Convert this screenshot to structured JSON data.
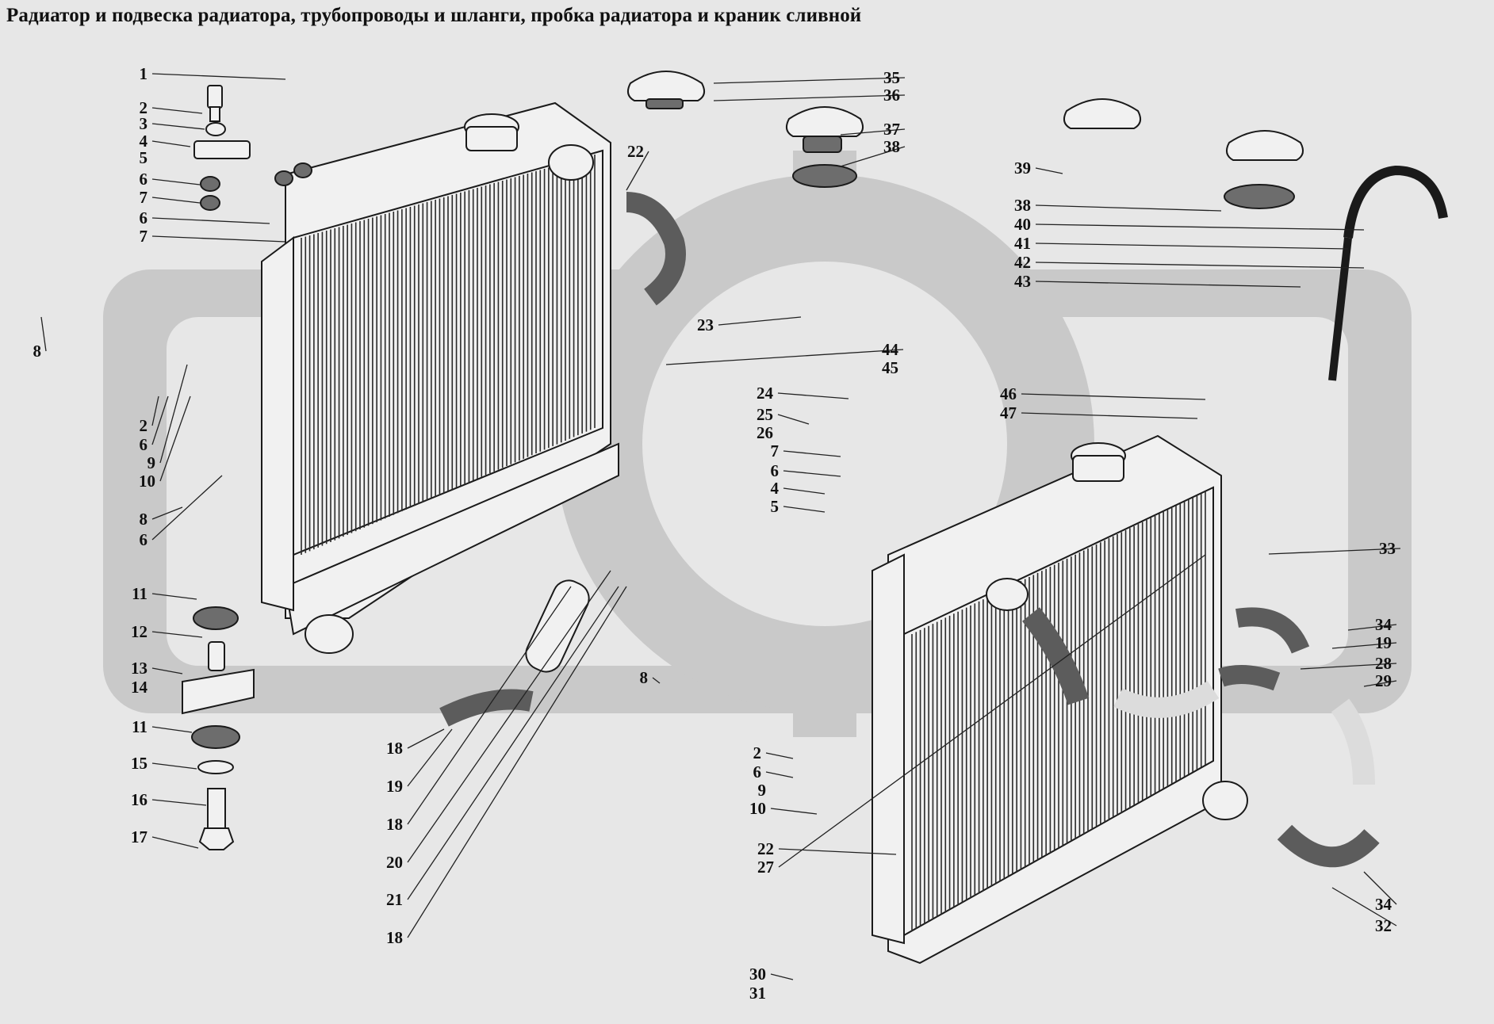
{
  "title": "Радиатор и подвеска радиатора, трубопроводы и шланги, пробка радиатора и краник сливной",
  "callouts": [
    "1",
    "2",
    "3",
    "4",
    "5",
    "6",
    "7",
    "6",
    "7",
    "8",
    "2",
    "6",
    "9",
    "10",
    "8",
    "6",
    "11",
    "12",
    "13",
    "14",
    "11",
    "15",
    "16",
    "17",
    "18",
    "19",
    "18",
    "20",
    "21",
    "18",
    "22",
    "23",
    "35",
    "36",
    "37",
    "38",
    "44",
    "45",
    "24",
    "25",
    "26",
    "7",
    "6",
    "4",
    "5",
    "8",
    "2",
    "6",
    "9",
    "10",
    "22",
    "27",
    "30",
    "31",
    "39",
    "38",
    "40",
    "41",
    "42",
    "43",
    "46",
    "47",
    "33",
    "34",
    "19",
    "28",
    "29",
    "34",
    "32"
  ]
}
